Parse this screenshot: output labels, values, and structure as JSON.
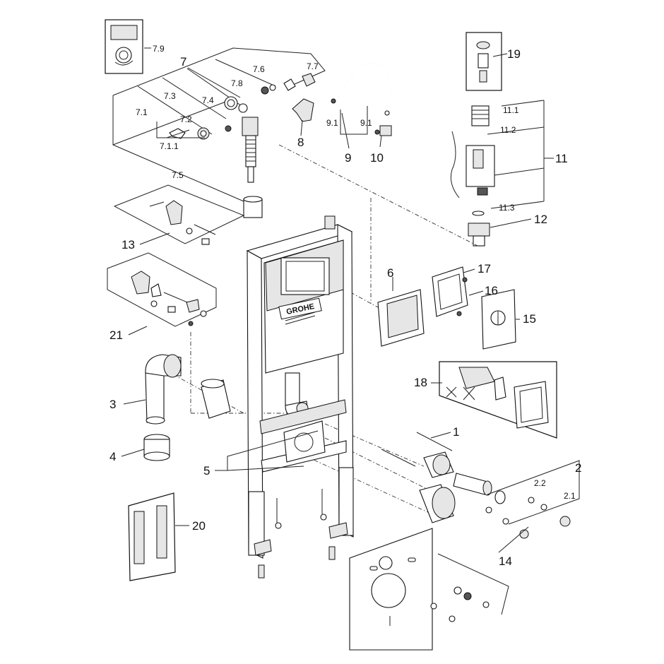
{
  "brand_logo": "GROHE",
  "callouts": {
    "c1": "1",
    "c2": "2",
    "c2_1": "2.1",
    "c2_2": "2.2",
    "c3": "3",
    "c4": "4",
    "c5": "5",
    "c6": "6",
    "c7": "7",
    "c7_1": "7.1",
    "c7_1_1": "7.1.1",
    "c7_2": "7.2",
    "c7_3": "7.3",
    "c7_4": "7.4",
    "c7_5": "7.5",
    "c7_6": "7.6",
    "c7_7": "7.7",
    "c7_8": "7.8",
    "c7_9": "7.9",
    "c8": "8",
    "c9": "9",
    "c9_1a": "9.1",
    "c9_1b": "9.1",
    "c10": "10",
    "c11": "11",
    "c11_1": "11.1",
    "c11_2": "11.2",
    "c11_3": "11.3",
    "c12": "12",
    "c13": "13",
    "c14": "14",
    "c15": "15",
    "c16": "16",
    "c17": "17",
    "c18": "18",
    "c19": "19",
    "c20": "20",
    "c21": "21"
  }
}
